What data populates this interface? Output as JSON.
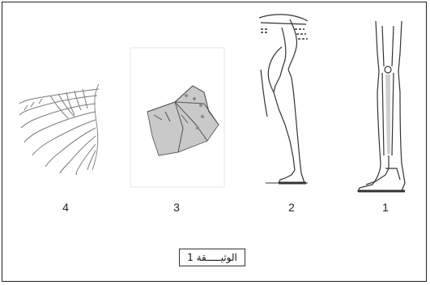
{
  "figures": [
    {
      "number": "4",
      "subject": "bird-wing"
    },
    {
      "number": "3",
      "subject": "bat-wing"
    },
    {
      "number": "2",
      "subject": "horse-leg"
    },
    {
      "number": "1",
      "subject": "human-leg"
    }
  ],
  "caption": "الوثيـــــقة 1",
  "colors": {
    "line": "#333333",
    "shade": "#bfbfbf",
    "border": "#222222"
  }
}
